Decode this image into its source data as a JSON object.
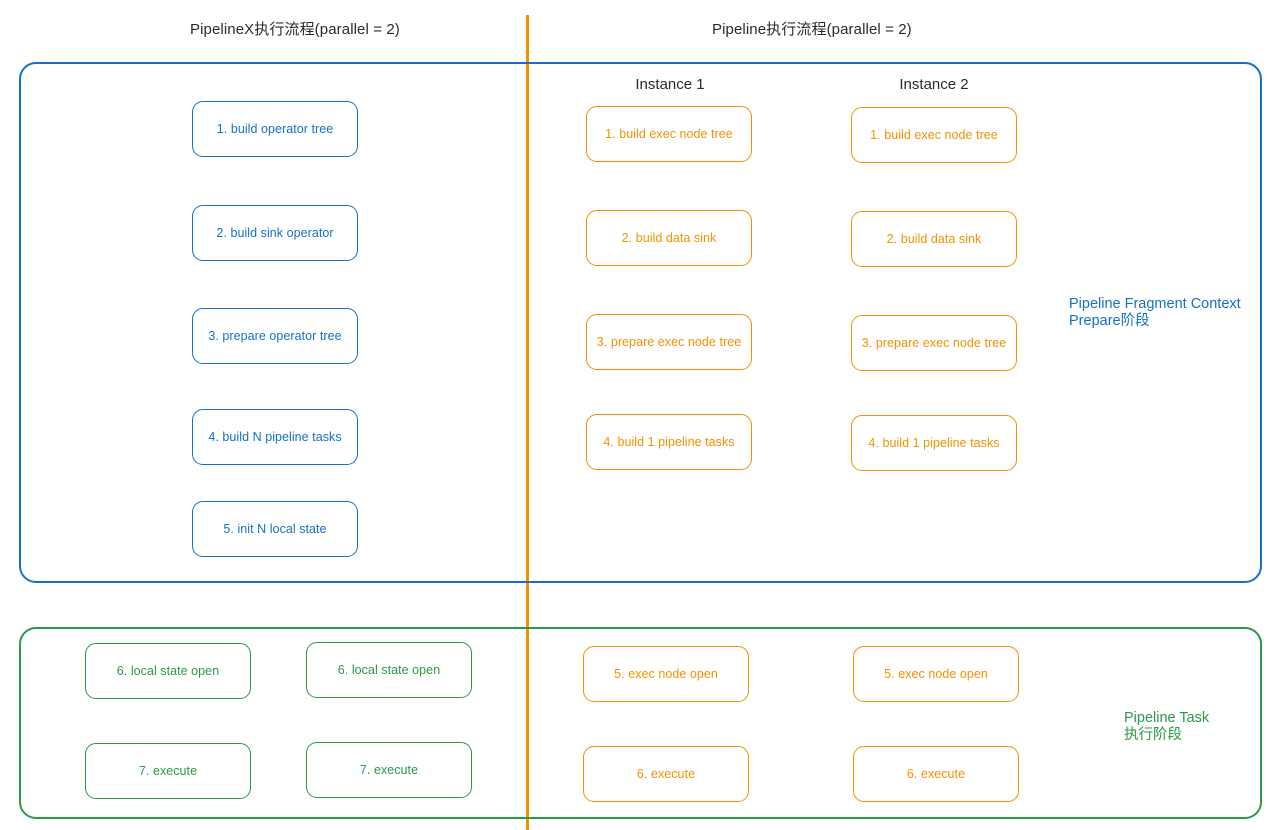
{
  "diagram": {
    "headings": {
      "left": "PipelineX执行流程(parallel = 2)",
      "right": "Pipeline执行流程(parallel = 2)"
    },
    "instances": [
      {
        "label": "Instance 1"
      },
      {
        "label": "Instance 2"
      }
    ],
    "stages": [
      {
        "name": "prepare",
        "label": "Pipeline Fragment Context\nPrepare阶段",
        "color": "#1571c8"
      },
      {
        "name": "task",
        "label": "Pipeline Task\n执行阶段",
        "color": "#2a9a46"
      }
    ],
    "divider_color": "#f59100",
    "colors": {
      "blue": "#1571c8",
      "orange": "#f59100",
      "green": "#2a9a46",
      "text": "#2b2b2b"
    },
    "prepare_stage": {
      "pipelinex_steps": [
        {
          "label": "1. build operator tree"
        },
        {
          "label": "2. build sink operator"
        },
        {
          "label": "3. prepare operator tree"
        },
        {
          "label": "4. build N pipeline tasks"
        },
        {
          "label": "5. init N local state"
        }
      ],
      "pipeline_instance_1_steps": [
        {
          "label": "1. build exec node tree"
        },
        {
          "label": "2. build data sink"
        },
        {
          "label": "3. prepare exec node tree"
        },
        {
          "label": "4. build 1 pipeline tasks"
        }
      ],
      "pipeline_instance_2_steps": [
        {
          "label": "1. build exec node tree"
        },
        {
          "label": "2. build data sink"
        },
        {
          "label": "3. prepare exec node tree"
        },
        {
          "label": "4. build 1 pipeline tasks"
        }
      ]
    },
    "task_stage": {
      "pipelinex_col_1_steps": [
        {
          "label": "6. local state open"
        },
        {
          "label": "7. execute"
        }
      ],
      "pipelinex_col_2_steps": [
        {
          "label": "6. local state open"
        },
        {
          "label": "7. execute"
        }
      ],
      "pipeline_instance_1_steps": [
        {
          "label": "5. exec node open"
        },
        {
          "label": "6. execute"
        }
      ],
      "pipeline_instance_2_steps": [
        {
          "label": "5. exec node open"
        },
        {
          "label": "6. execute"
        }
      ]
    }
  }
}
